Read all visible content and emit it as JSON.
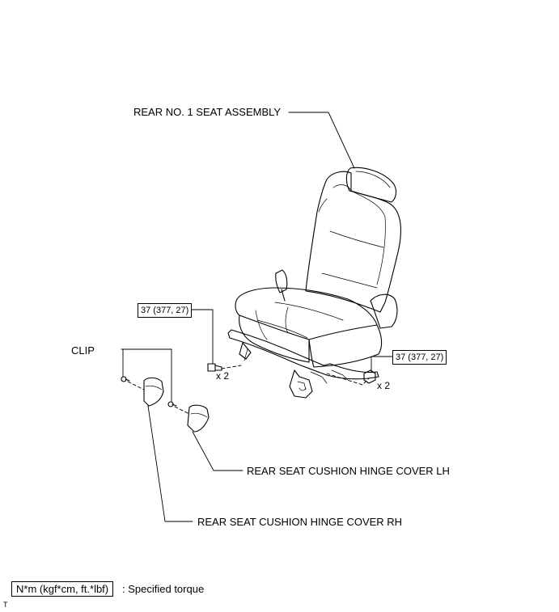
{
  "labels": {
    "seat_assembly": "REAR NO. 1 SEAT ASSEMBLY",
    "clip": "CLIP",
    "cover_lh": "REAR SEAT CUSHION HINGE COVER LH",
    "cover_rh": "REAR SEAT CUSHION HINGE COVER RH"
  },
  "torque": {
    "left": "37 (377, 27)",
    "right": "37 (377, 27)"
  },
  "quantity": {
    "left": "x 2",
    "right": "x 2"
  },
  "legend": {
    "unit_box": "N*m (kgf*cm, ft.*lbf)",
    "description": ": Specified torque"
  },
  "footer_code": "T"
}
